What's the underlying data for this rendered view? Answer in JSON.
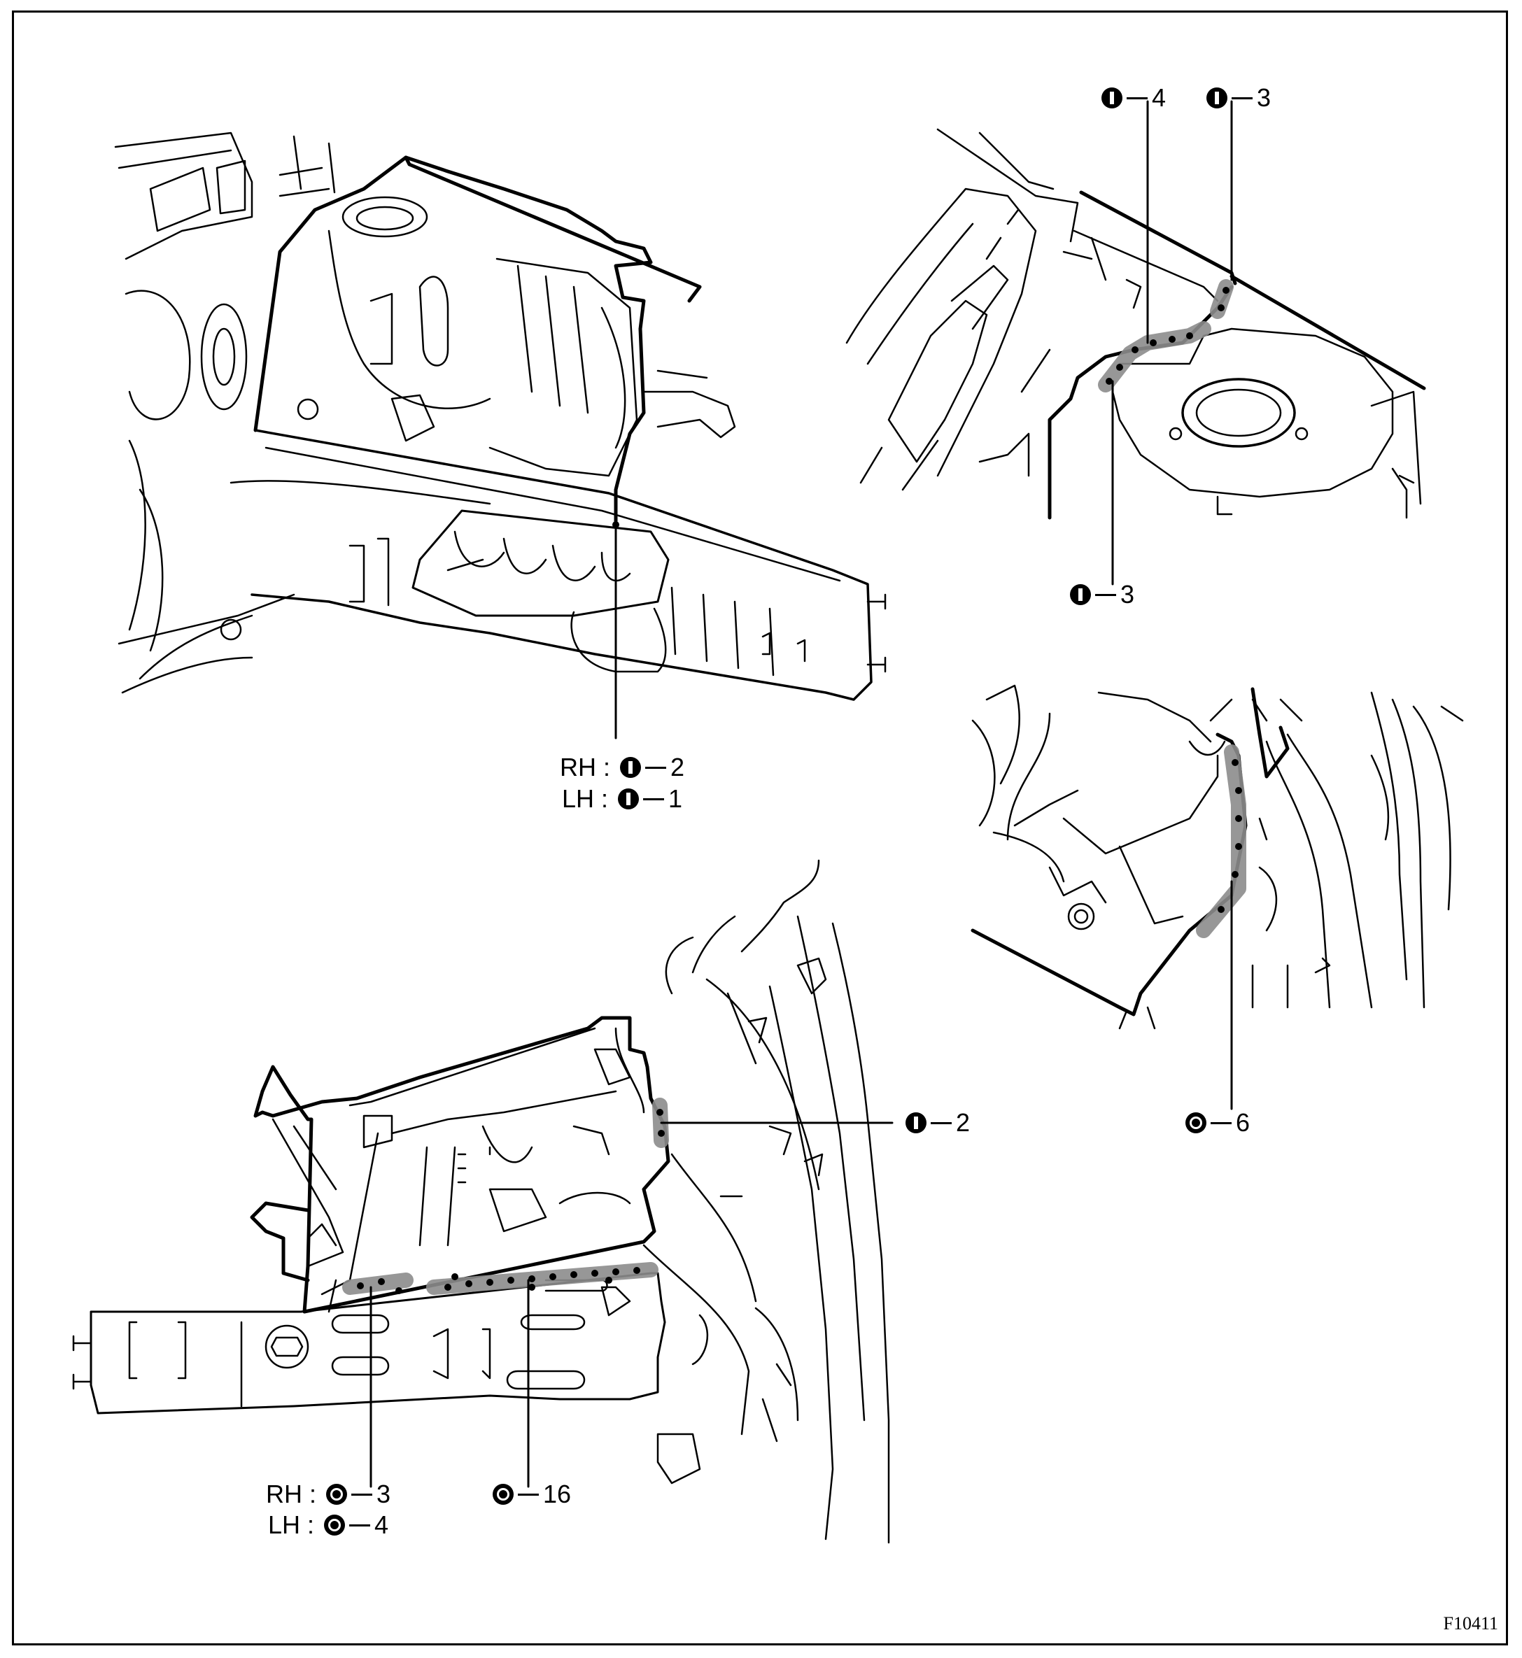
{
  "callouts": [
    {
      "id": "c1",
      "prefix": "RH :",
      "symbol": "plug-weld",
      "value": "2"
    },
    {
      "id": "c2",
      "prefix": "LH :",
      "symbol": "plug-weld",
      "value": "1"
    },
    {
      "id": "c3",
      "prefix": "",
      "symbol": "plug-weld",
      "value": "4"
    },
    {
      "id": "c4",
      "prefix": "",
      "symbol": "plug-weld",
      "value": "3"
    },
    {
      "id": "c5",
      "prefix": "",
      "symbol": "plug-weld",
      "value": "3"
    },
    {
      "id": "c6",
      "prefix": "",
      "symbol": "spot-weld",
      "value": "6"
    },
    {
      "id": "c7",
      "prefix": "",
      "symbol": "plug-weld",
      "value": "2"
    },
    {
      "id": "c8",
      "prefix": "RH :",
      "symbol": "spot-weld",
      "value": "3"
    },
    {
      "id": "c9",
      "prefix": "LH :",
      "symbol": "spot-weld",
      "value": "4"
    },
    {
      "id": "c10",
      "prefix": "",
      "symbol": "spot-weld",
      "value": "16"
    }
  ],
  "figure_id": "F10411",
  "colors": {
    "line": "#000000",
    "weld_band": "#8c8c8c",
    "background": "#ffffff"
  }
}
